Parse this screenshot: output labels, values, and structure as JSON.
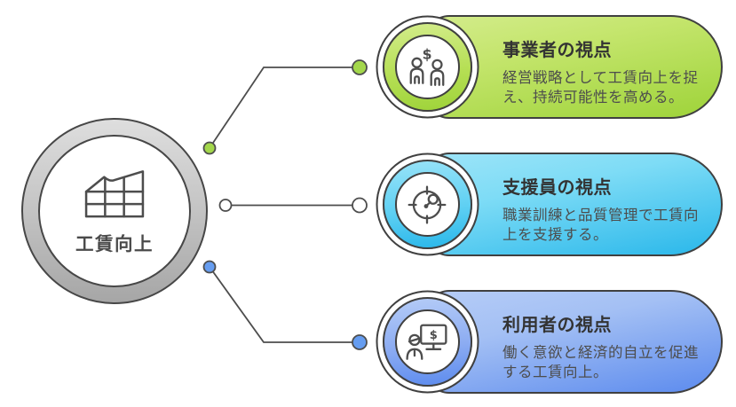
{
  "diagram": {
    "center": {
      "label": "工賃向上",
      "icon": "factory-chart-icon"
    },
    "cards": [
      {
        "title": "事業者の視点",
        "description": "経営戦略として工賃向上を捉え、持続可能性を高める。",
        "icon": "people-with-dollar-icon",
        "color_light": "#cdea7c",
        "color_dark": "#9ed339",
        "connector_dot_color": "#a3d74b"
      },
      {
        "title": "支援員の視点",
        "description": "職業訓練と品質管理で工賃向上を支援する。",
        "icon": "gauge-target-icon",
        "color_light": "#8edff7",
        "color_dark": "#29b7ea",
        "connector_dot_color": "#ffffff"
      },
      {
        "title": "利用者の視点",
        "description": "働く意欲と経済的自立を促進する工賃向上。",
        "icon": "person-presenting-dollar-screen-icon",
        "color_light": "#aac4f5",
        "color_dark": "#5c8bee",
        "connector_dot_color": "#669df0"
      }
    ],
    "styles": {
      "outline_color": "#404040",
      "line_color": "#4d4d4d",
      "title_text_color": "#333333",
      "body_text_color": "#4d4d4d",
      "center_ring_light": "#dedede",
      "center_ring_dark": "#a6a6a6"
    },
    "glyphs": {
      "dollar": "$"
    }
  }
}
